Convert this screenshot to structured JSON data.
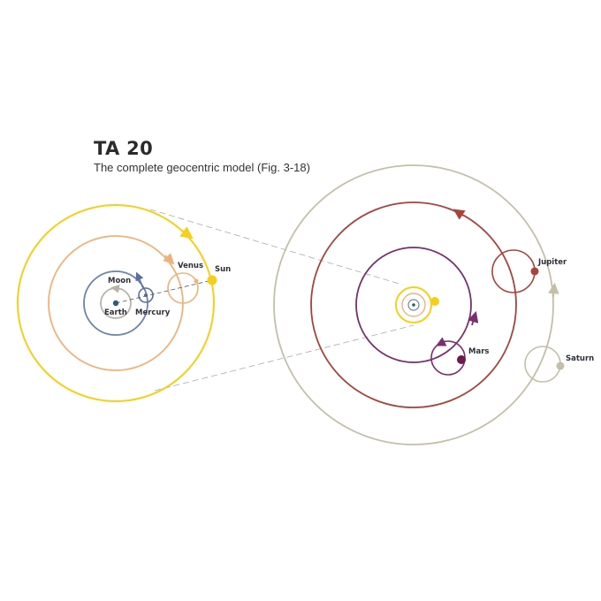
{
  "header": {
    "title": "TA 20",
    "subtitle": "The complete geocentric model (Fig. 3-18)"
  },
  "labels": {
    "moon": "Moon",
    "earth": "Earth",
    "mercury": "Mercury",
    "venus": "Venus",
    "sun": "Sun",
    "mars": "Mars",
    "jupiter": "Jupiter",
    "saturn": "Saturn"
  },
  "colors": {
    "sun": "#f5cf1a",
    "venus": "#efb27a",
    "moon": "#b8b2a8",
    "earth": "#2c5a7a",
    "mercury": "#5a6fa0",
    "earth_orbit": "#6b84b0",
    "mars": "#7a2e6e",
    "mars_dot": "#6a1d4a",
    "jupiter": "#a8433a",
    "saturn": "#c4bfa8",
    "dashed": "#aaaaaa"
  }
}
